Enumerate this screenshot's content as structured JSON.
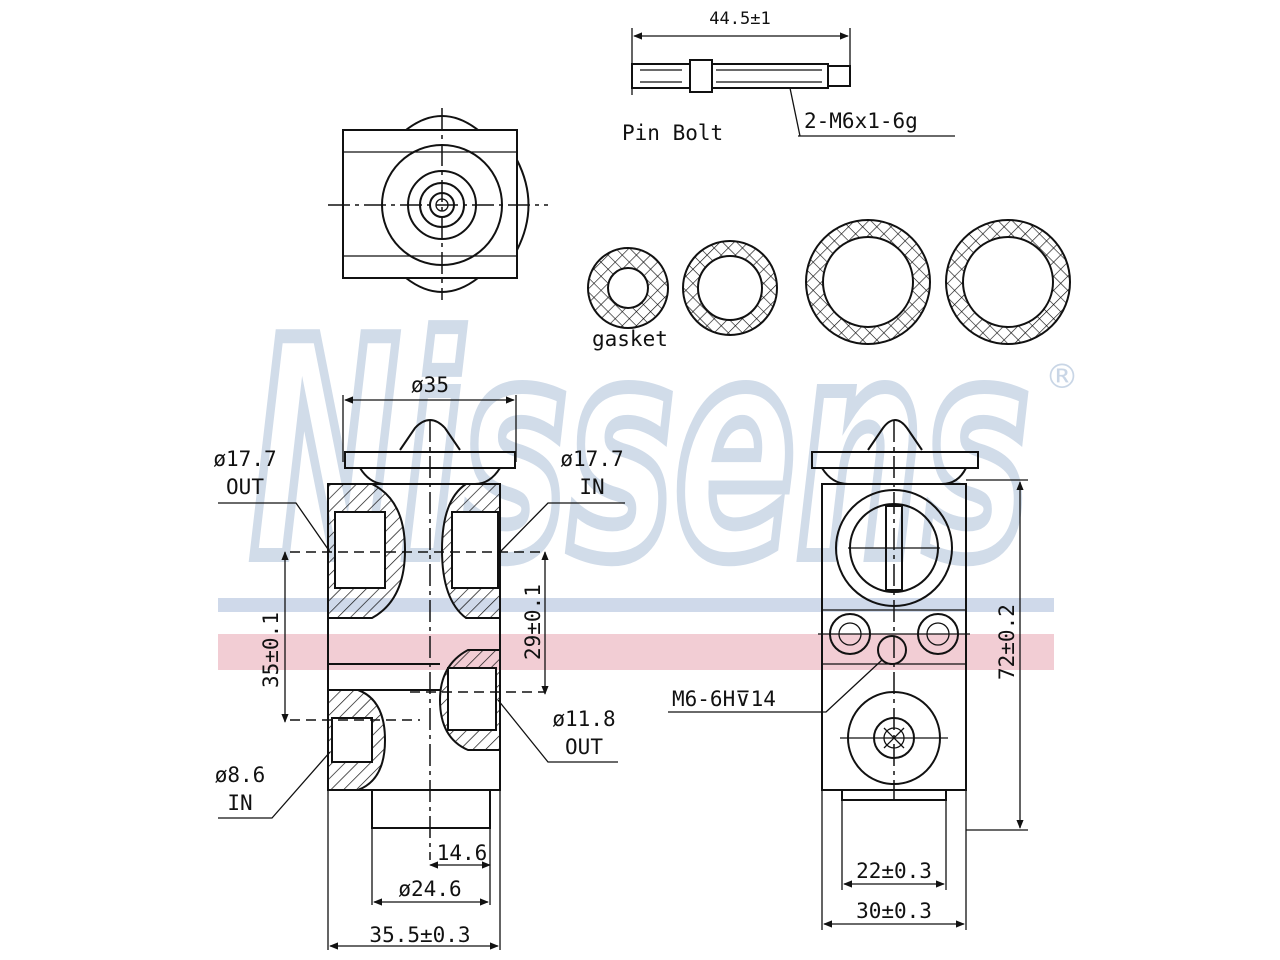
{
  "brand": {
    "watermark_text": "Nissens",
    "registered_mark": "®",
    "watermark_color": "#c9d6e6",
    "stripe_blue": "#cfd9ea",
    "stripe_red": "#f2cdd4"
  },
  "top": {
    "bolt_length_dim": "44.5±1",
    "bolt_caption": "Pin  Bolt",
    "thread_spec": "2-M6x1-6g"
  },
  "gaskets": {
    "caption": "gasket",
    "count": 4
  },
  "front_view": {
    "top_diameter": "ø35",
    "port_out_left_diameter": "ø17.7",
    "port_out_left_label": "OUT",
    "port_in_right_diameter": "ø17.7",
    "port_in_right_label": "IN",
    "height_left_dim": "35±0.1",
    "height_right_dim": "29±0.1",
    "port_in_low_diameter": "ø8.6",
    "port_in_low_label": "IN",
    "port_out_low_diameter": "ø11.8",
    "port_out_low_label": "OUT",
    "bottom_inner_dim": "14.6",
    "bottom_diameter": "ø24.6",
    "width_dim": "35.5±0.3"
  },
  "side_view": {
    "thread_callout": "M6-6H⊽14",
    "height_dim": "72±0.2",
    "inner_width_dim": "22±0.3",
    "outer_width_dim": "30±0.3"
  }
}
